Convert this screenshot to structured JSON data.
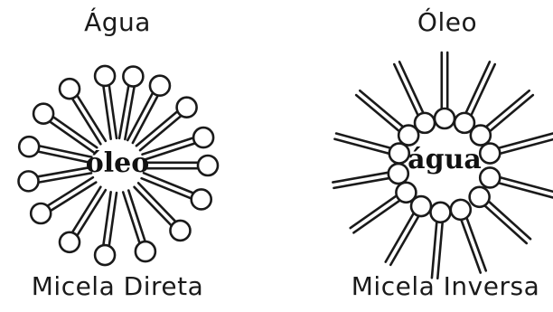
{
  "direct_micelle": {
    "outer_medium_label": "Água",
    "core_label": "óleo",
    "caption": "Micela Direta"
  },
  "inverse_micelle": {
    "outer_medium_label": "Óleo",
    "core_label": "água",
    "caption": "Micela Inversa"
  },
  "colors": {
    "stroke": "#1a1a1a",
    "background": "#ffffff",
    "head_fill": "#ffffff"
  }
}
